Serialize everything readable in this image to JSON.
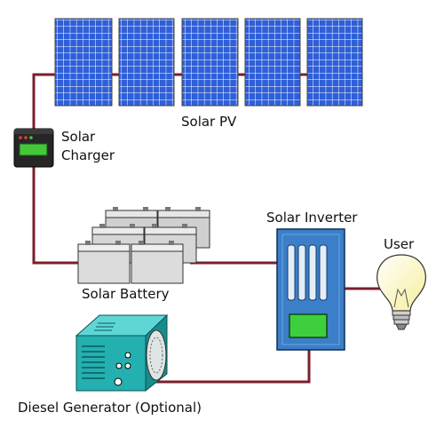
{
  "labels": {
    "solar_pv": "Solar PV",
    "solar_charger": [
      "Solar",
      "Charger"
    ],
    "solar_battery": "Solar Battery",
    "solar_inverter": "Solar Inverter",
    "user": "User",
    "diesel_generator": "Diesel Generator (Optional)"
  },
  "colors": {
    "wire": "#7a1f2b",
    "panel_cell": "#2f5fd8",
    "panel_grid": "#ffffff",
    "inverter_body": "#3a7fc8",
    "inverter_screen": "#3ecf3e",
    "charger_body": "#262626",
    "charger_screen": "#44c83a",
    "battery_body": "#d8d8d8",
    "generator_body": "#24b0b0",
    "bulb": "#fffbe0"
  },
  "icons": [
    "solar-panel-icon",
    "charge-controller-icon",
    "battery-icon",
    "inverter-icon",
    "light-bulb-icon",
    "generator-icon"
  ]
}
